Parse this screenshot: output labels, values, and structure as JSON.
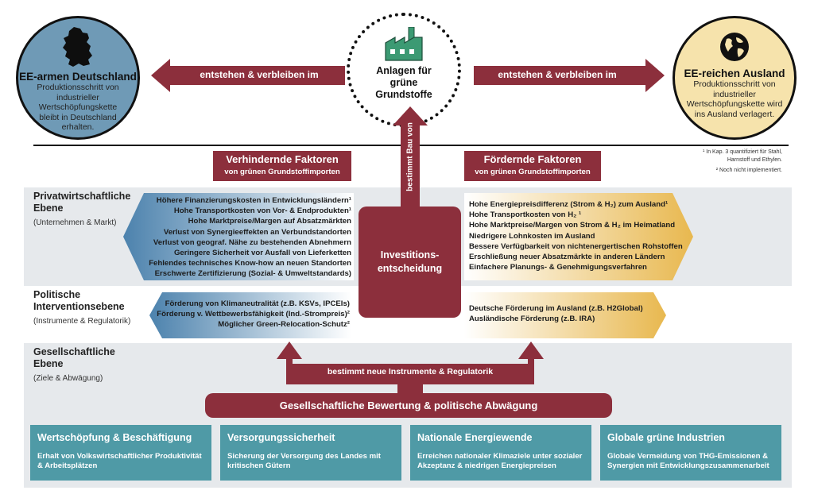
{
  "left_circle": {
    "title": "EE-armen Deutschland",
    "desc": "Produktionsschritt von industrieller Wertschöpfungskette bleibt in Deutschland erhalten.",
    "icon": "germany-map-icon",
    "color": "#6f9ab6"
  },
  "right_circle": {
    "title": "EE-reichen Ausland",
    "desc": "Produktionsschritt von industrieller Wertschöpfungskette wird ins Ausland verlagert.",
    "icon": "globe-icon",
    "color": "#f6e3ac"
  },
  "center_circle": {
    "title": "Anlagen für grüne Grundstoffe",
    "icon": "factory-icon",
    "icon_color": "#3c9a73"
  },
  "arrows": {
    "left": "entstehen & verbleiben im",
    "right": "entstehen & verbleiben im",
    "vertical": "bestimmt Bau von",
    "bottom": "bestimmt neue Instrumente & Regulatorik"
  },
  "headers": {
    "hindering": {
      "title": "Verhindernde Faktoren",
      "sub": "von grünen Grundstoffimporten"
    },
    "promoting": {
      "title": "Fördernde Faktoren",
      "sub": "von grünen Grundstoffimporten"
    }
  },
  "notes": {
    "note1": "¹ In Kap. 3 quantifiziert für Stahl, Harnstoff und Ethylen.",
    "note2": "² Noch nicht implementiert."
  },
  "levels": [
    {
      "title": "Privatwirtschaftliche Ebene",
      "sub": "(Unternehmen & Markt)"
    },
    {
      "title": "Politische Interventionsebene",
      "sub": "(Instrumente & Regulatorik)"
    },
    {
      "title": "Gesellschaftliche Ebene",
      "sub": "(Ziele & Abwägung)"
    }
  ],
  "private_hindering": [
    "Höhere Finanzierungskosten in Entwicklungsländern¹",
    "Hohe Transportkosten von Vor- & Endprodukten¹",
    "Hohe Marktpreise/Margen auf Absatzmärkten",
    "Verlust von Synergieeffekten an Verbundstandorten",
    "Verlust von geograf. Nähe zu bestehenden Abnehmern",
    "Geringere Sicherheit vor Ausfall von Lieferketten",
    "Fehlendes technisches Know-how an neuen Standorten",
    "Erschwerte Zertifizierung (Sozial- & Umweltstandards)"
  ],
  "private_promoting": [
    "Hohe Energiepreisdifferenz (Strom & H₂) zum Ausland¹",
    "Hohe Transportkosten von H₂ ¹",
    "Hohe Marktpreise/Margen von Strom & H₂ im Heimatland",
    "Niedrigere Lohnkosten im Ausland",
    "Bessere Verfügbarkeit von nichtenergertischen Rohstoffen",
    "Erschließung neuer Absatzmärkte in anderen Ländern",
    "Einfachere Planungs- & Genehmigungsverfahren"
  ],
  "investment": "Investitions-entscheidung",
  "political_hindering": [
    "Förderung von Klimaneutralität (z.B. KSVs, IPCEIs)",
    "Förderung v. Wettbewerbsfähigkeit (Ind.-Strompreis)²",
    "Möglicher Green-Relocation-Schutz²"
  ],
  "political_promoting": [
    "Deutsche Förderung im Ausland (z.B. H2Global)",
    "Ausländische Förderung (z.B. IRA)"
  ],
  "society_box": "Gesellschaftliche Bewertung & politische Abwägung",
  "goals": [
    {
      "title": "Wertschöpfung & Beschäftigung",
      "desc": "Erhalt von Volkswirtschaftlicher Produktivität & Arbeitsplätzen"
    },
    {
      "title": "Versorgungssicherheit",
      "desc": "Sicherung der Versorgung des Landes mit kritischen Gütern"
    },
    {
      "title": "Nationale Energiewende",
      "desc": "Erreichen nationaler Klimaziele unter sozialer Akzeptanz & niedrigen Energiepreisen"
    },
    {
      "title": "Globale grüne Industrien",
      "desc": "Globale Vermeidung von THG-Emissionen & Synergien mit Entwicklungszusammenarbeit"
    }
  ],
  "colors": {
    "maroon": "#8c2f3c",
    "teal": "#4f9aa6",
    "blue_grad_start": "#4c82ad",
    "gold_grad_end": "#e8b84f",
    "band": "#e6e9ec"
  }
}
